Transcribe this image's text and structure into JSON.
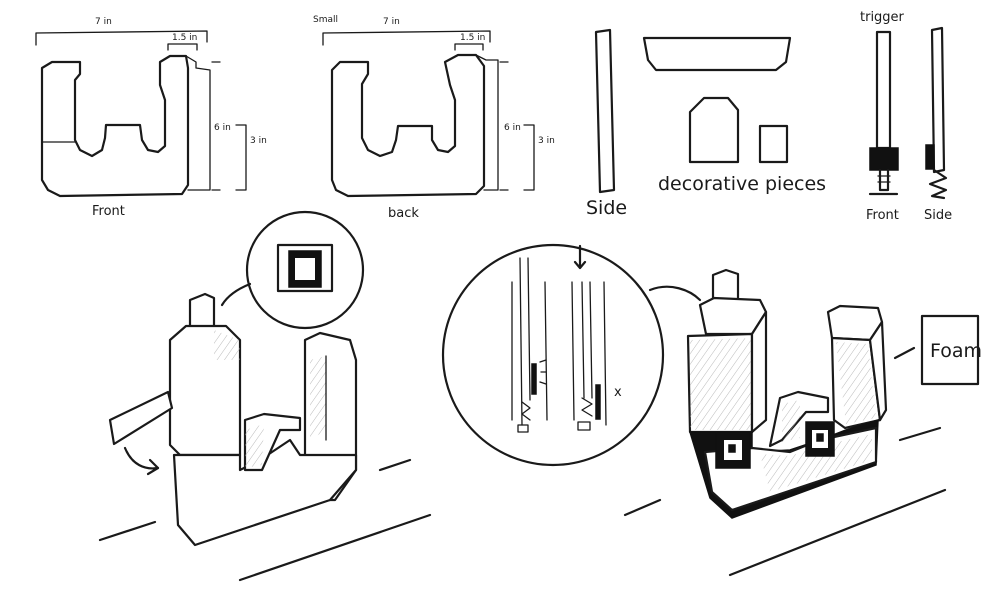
{
  "labels": {
    "front_dim_width": "7 in",
    "front_dim_ear": "1.5 in",
    "front_dim_height": "6 in",
    "front_dim_mid": "3 in",
    "front_caption": "Front",
    "back_small_note": "Small",
    "back_dim_width": "7 in",
    "back_dim_ear": "1.5 in",
    "back_dim_height": "6 in",
    "back_dim_mid": "3 in",
    "back_caption": "back",
    "side_caption": "Side",
    "decorative_caption": "decorative pieces",
    "trigger_title": "trigger",
    "trigger_front_caption": "Front",
    "trigger_side_caption": "Side",
    "foam_label": "Foam",
    "release_mark": "x"
  }
}
